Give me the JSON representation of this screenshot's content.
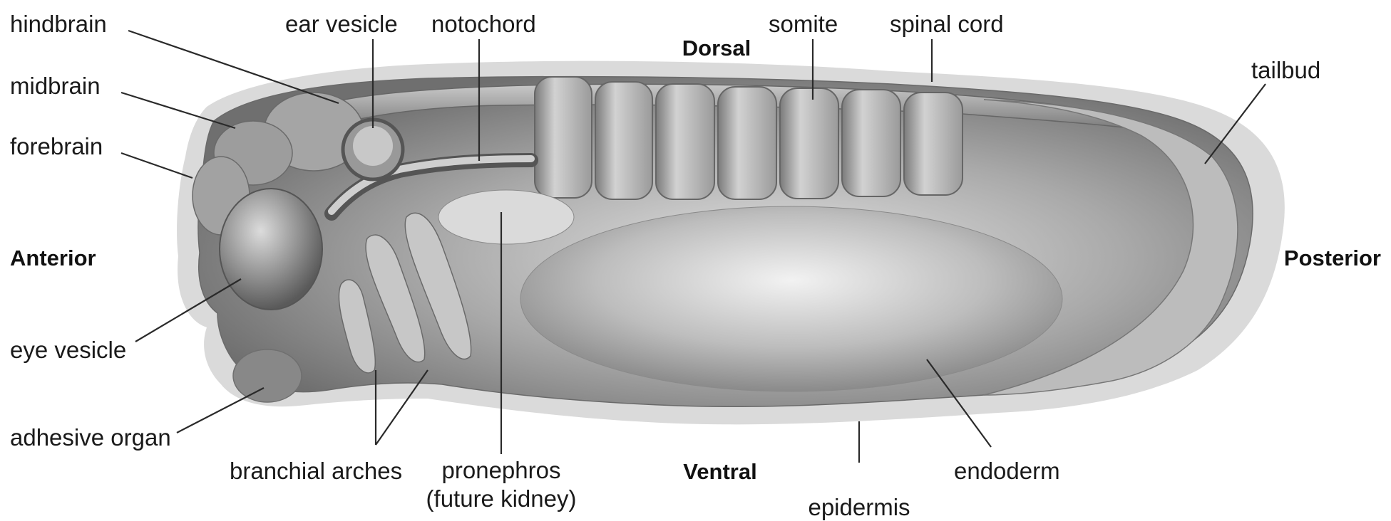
{
  "labels": {
    "hindbrain": "hindbrain",
    "midbrain": "midbrain",
    "forebrain": "forebrain",
    "ear_vesicle": "ear vesicle",
    "notochord": "notochord",
    "somite": "somite",
    "spinal_cord": "spinal cord",
    "tailbud": "tailbud",
    "eye_vesicle": "eye vesicle",
    "adhesive_organ": "adhesive organ",
    "branchial_arches": "branchial arches",
    "pronephros_line1": "pronephros",
    "pronephros_line2": "(future kidney)",
    "epidermis": "epidermis",
    "endoderm": "endoderm"
  },
  "orientation": {
    "dorsal": "Dorsal",
    "ventral": "Ventral",
    "anterior": "Anterior",
    "posterior": "Posterior"
  },
  "colors": {
    "epidermis_outline": "#d9d9d9",
    "body": "#8c8c8c",
    "highlight": "#e6e6e6",
    "shadow": "#5e5e5e"
  }
}
